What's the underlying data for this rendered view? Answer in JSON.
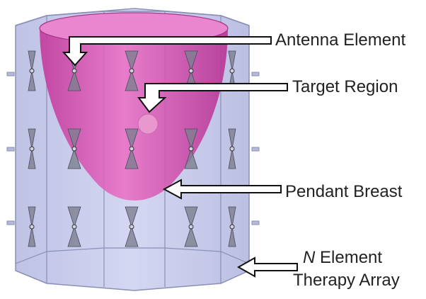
{
  "labels": {
    "antenna_element": "Antenna Element",
    "target_region": "Target Region",
    "pendant_breast": "Pendant Breast",
    "array_n": "N",
    "array_line1_rest": " Element",
    "array_line2": "Therapy Array"
  },
  "colors": {
    "cylinder_fill": "#b9bde6",
    "cylinder_edge": "#8a8fb5",
    "breast_fill": "#d94fb3",
    "antenna_fill": "#7d7f90",
    "arrow_fill": "#ffffff",
    "arrow_stroke": "#111111"
  }
}
